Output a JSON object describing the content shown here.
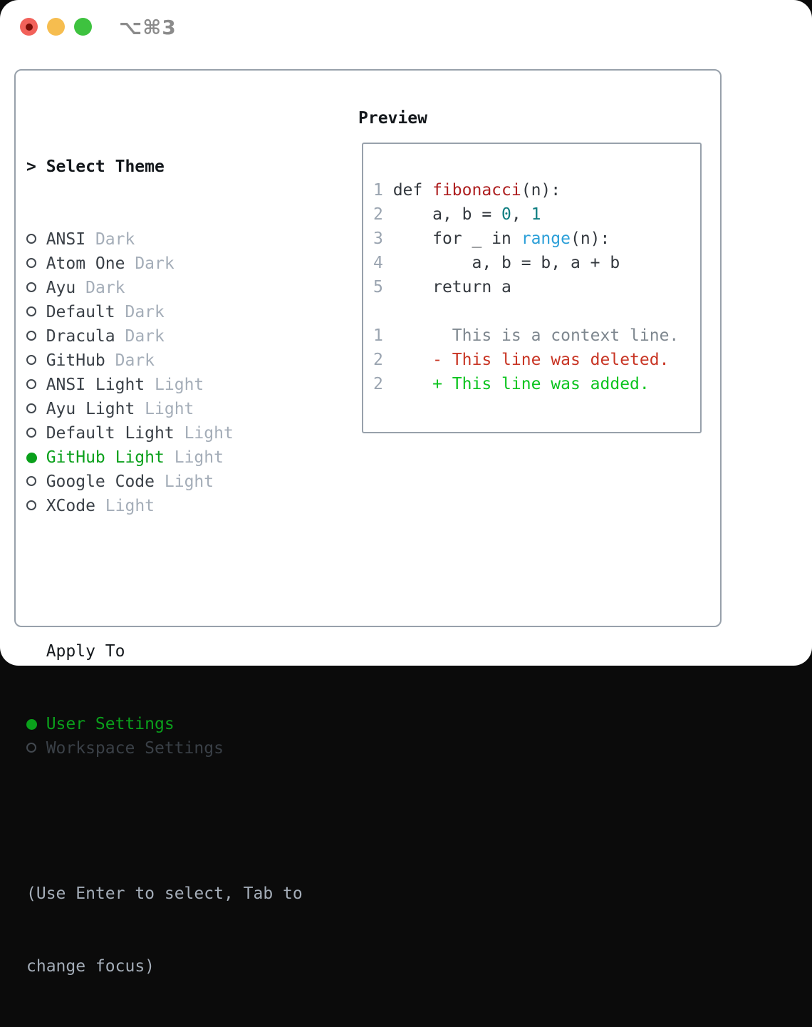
{
  "window": {
    "title": "⌥⌘3"
  },
  "theme_panel": {
    "prompt": ">",
    "header": "Select Theme",
    "themes": [
      {
        "name": "ANSI",
        "variant": "Dark",
        "selected": false
      },
      {
        "name": "Atom One",
        "variant": "Dark",
        "selected": false
      },
      {
        "name": "Ayu",
        "variant": "Dark",
        "selected": false
      },
      {
        "name": "Default",
        "variant": "Dark",
        "selected": false
      },
      {
        "name": "Dracula",
        "variant": "Dark",
        "selected": false
      },
      {
        "name": "GitHub",
        "variant": "Dark",
        "selected": false
      },
      {
        "name": "ANSI Light",
        "variant": "Light",
        "selected": false
      },
      {
        "name": "Ayu Light",
        "variant": "Light",
        "selected": false
      },
      {
        "name": "Default Light",
        "variant": "Light",
        "selected": false
      },
      {
        "name": "GitHub Light",
        "variant": "Light",
        "selected": true
      },
      {
        "name": "Google Code",
        "variant": "Light",
        "selected": false
      },
      {
        "name": "XCode",
        "variant": "Light",
        "selected": false
      }
    ],
    "apply_to": {
      "header": "Apply To",
      "options": [
        {
          "label": "User Settings",
          "selected": true
        },
        {
          "label": "Workspace Settings",
          "selected": false
        }
      ]
    },
    "hint_line1": "(Use Enter to select, Tab to",
    "hint_line2": "change focus)"
  },
  "preview": {
    "header": "Preview",
    "code_lines": [
      {
        "num": "1",
        "segments": [
          {
            "t": "def ",
            "c": "code"
          },
          {
            "t": "fibonacci",
            "c": "func"
          },
          {
            "t": "(n):",
            "c": "code"
          }
        ]
      },
      {
        "num": "2",
        "segments": [
          {
            "t": "    a, b = ",
            "c": "code"
          },
          {
            "t": "0",
            "c": "num"
          },
          {
            "t": ", ",
            "c": "code"
          },
          {
            "t": "1",
            "c": "num"
          }
        ]
      },
      {
        "num": "3",
        "segments": [
          {
            "t": "    for _ in ",
            "c": "code"
          },
          {
            "t": "range",
            "c": "builtin"
          },
          {
            "t": "(n):",
            "c": "code"
          }
        ]
      },
      {
        "num": "4",
        "segments": [
          {
            "t": "        a, b = b, a + b",
            "c": "code"
          }
        ]
      },
      {
        "num": "5",
        "segments": [
          {
            "t": "    return a",
            "c": "code"
          }
        ]
      },
      {
        "num": "",
        "segments": []
      },
      {
        "num": "1",
        "segments": [
          {
            "t": "      This is a context line.",
            "c": "context"
          }
        ]
      },
      {
        "num": "2",
        "segments": [
          {
            "t": "    - This line was deleted.",
            "c": "deleted"
          }
        ]
      },
      {
        "num": "2",
        "segments": [
          {
            "t": "    + This line was added.",
            "c": "added"
          }
        ]
      }
    ]
  },
  "colors": {
    "border": "#98a1ab",
    "ink": "#14181c",
    "item": "#3a4047",
    "muted": "#a4adb8",
    "ring": "#42484f",
    "green": "#0aa01b",
    "code": "#33383e",
    "func_red": "#ae1f20",
    "number_teal": "#0d7d80",
    "builtin_blue": "#2b9fd8",
    "context_gray": "#7e878f",
    "diff_red": "#c83524",
    "diff_green": "#0cc41f",
    "line_number": "#9aa4b0",
    "title_gray": "#8b8b8b",
    "light_red": "#f2615a",
    "light_red_dot": "#7a0d07",
    "light_yellow": "#f6bd4f",
    "light_green": "#3ec23f"
  }
}
